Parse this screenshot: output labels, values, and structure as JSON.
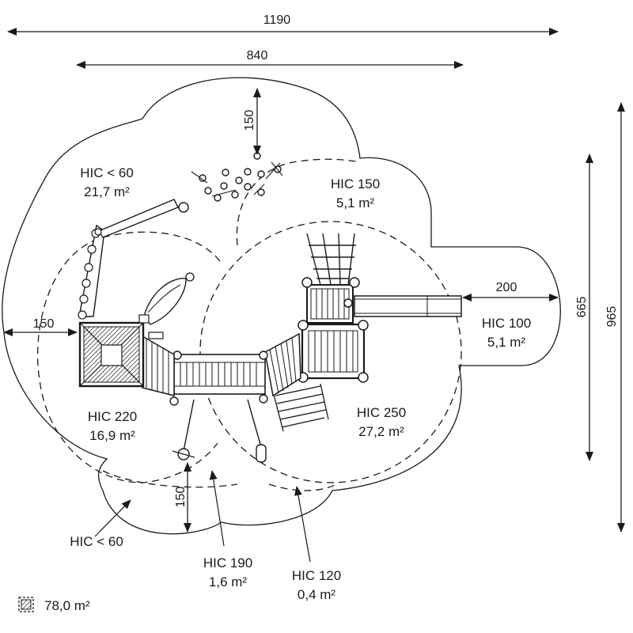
{
  "dimensions": {
    "total_width": "1190",
    "structure_width": "840",
    "top_clearance": "150",
    "left_clearance": "150",
    "bottom_clearance": "150",
    "slide_clearance": "200",
    "height_inner": "665",
    "height_total": "965"
  },
  "zones": {
    "hic60_top": {
      "name": "HIC < 60",
      "area": "21,7 m²"
    },
    "hic150": {
      "name": "HIC 150",
      "area": "5,1 m²"
    },
    "hic100": {
      "name": "HIC 100",
      "area": "5,1 m²"
    },
    "hic220": {
      "name": "HIC 220",
      "area": "16,9 m²"
    },
    "hic250": {
      "name": "HIC 250",
      "area": "27,2 m²"
    },
    "hic60_bottom": {
      "name": "HIC < 60"
    },
    "hic190": {
      "name": "HIC 190",
      "area": "1,6 m²"
    },
    "hic120": {
      "name": "HIC 120",
      "area": "0,4 m²"
    }
  },
  "legend": {
    "total_area": "78,0 m²"
  }
}
